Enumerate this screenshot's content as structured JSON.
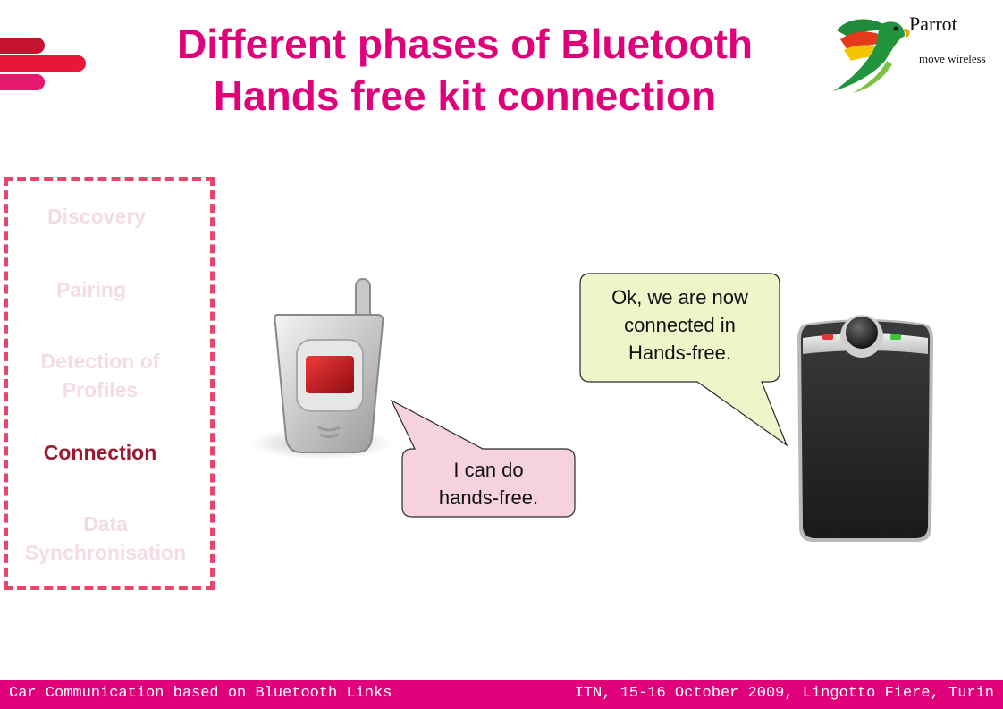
{
  "slide": {
    "title_line1": "Different phases of Bluetooth",
    "title_line2": "Hands free kit connection"
  },
  "logo": {
    "name": "Parrot",
    "tagline": "move wireless"
  },
  "phases": {
    "discovery": "Discovery",
    "pairing": "Pairing",
    "detection_line1": "Detection of",
    "detection_line2": "Profiles",
    "connection": "Connection",
    "sync_line1": "Data",
    "sync_line2": "Synchronisation",
    "active": "Connection"
  },
  "bubbles": {
    "phone_line1": "I can do",
    "phone_line2": "hands-free.",
    "kit_line1": "Ok, we are now",
    "kit_line2": "connected in",
    "kit_line3": "Hands-free."
  },
  "footer": {
    "left": "Car Communication based on Bluetooth Links",
    "right": "ITN, 15-16 October 2009, Lingotto Fiere, Turin"
  },
  "colors": {
    "title": "#e0007a",
    "footer_bg": "#e0007a",
    "phase_active": "#9e1830",
    "phase_inactive": "#f3dde3",
    "box_border": "#e8456a",
    "phone_bubble": "#f6d3dc",
    "kit_bubble": "#eef5c9"
  }
}
